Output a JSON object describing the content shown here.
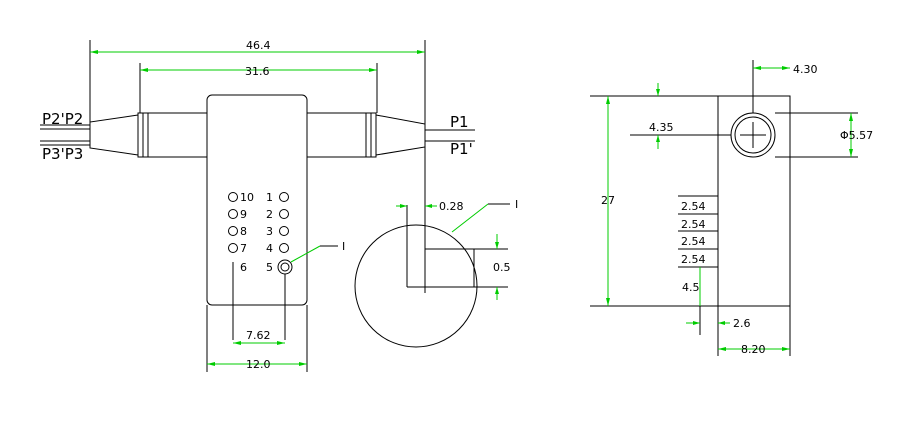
{
  "colors": {
    "background": "#ffffff",
    "outline": "#000000",
    "dimension": "#00cc00"
  },
  "front_view": {
    "dims": {
      "overall_length": "46.4",
      "body_length": "31.6",
      "pin_spacing": "7.62",
      "body_width": "12.0",
      "offset": "0.28",
      "detail_size": "0.5"
    },
    "ports": {
      "p2_left": "P2'P2",
      "p3_left": "P3'P3",
      "p1": "P1",
      "p1_prime": "P1'"
    },
    "pins_left": [
      "10",
      "9",
      "8",
      "7",
      "6"
    ],
    "pins_right": [
      "1",
      "2",
      "3",
      "4",
      "5"
    ],
    "callout_pin": "I",
    "callout_detail": "I"
  },
  "side_view": {
    "dims": {
      "hole_offset_x": "4.30",
      "hole_offset_y": "4.35",
      "hole_diameter": "Φ5.57",
      "height": "27",
      "pitch_1": "2.54",
      "pitch_2": "2.54",
      "pitch_3": "2.54",
      "pitch_4": "2.54",
      "pin_height": "4.5",
      "pin_offset": "2.6",
      "width": "8.20"
    }
  }
}
